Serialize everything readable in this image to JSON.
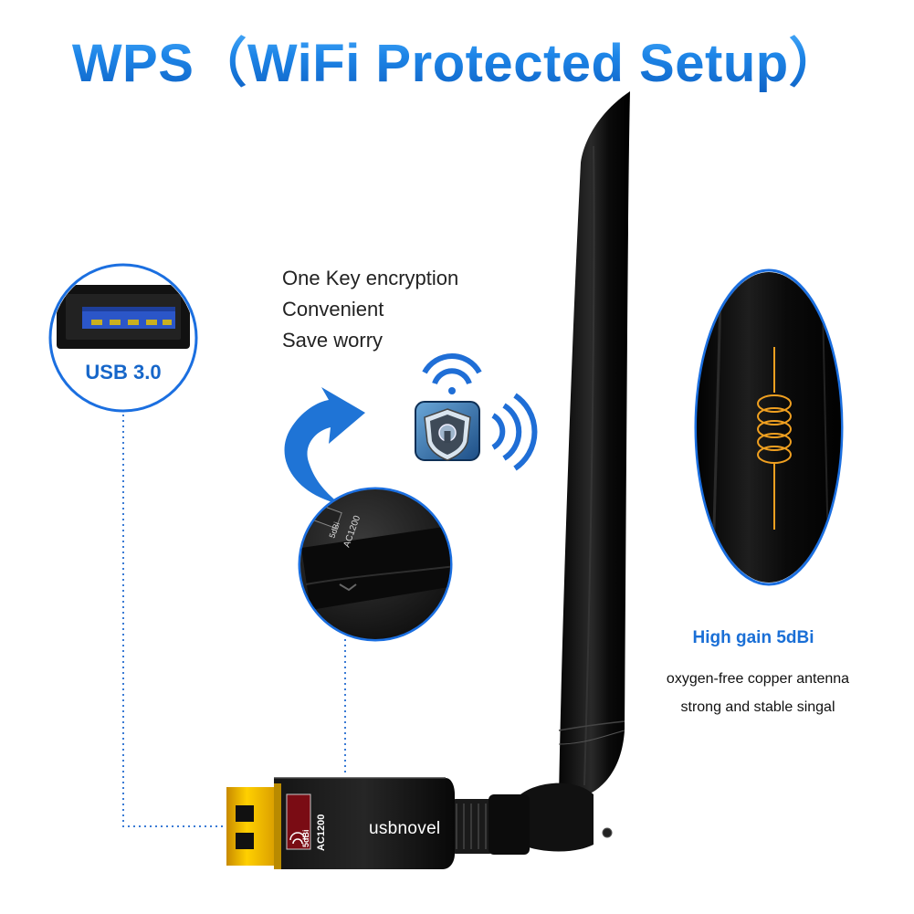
{
  "title": "WPS（WiFi Protected Setup）",
  "features": [
    "One Key encryption",
    "Convenient",
    "Save worry"
  ],
  "usb_callout": {
    "label": "USB 3.0"
  },
  "antenna_callout": {
    "title": "High gain 5dBi",
    "lines": [
      "oxygen-free copper antenna",
      "strong and stable singal"
    ]
  },
  "device": {
    "brand": "usbnovel",
    "model": "AC1200",
    "gain_badge": "5dBi"
  },
  "colors": {
    "accent_blue": "#1a7fe6",
    "text_blue": "#1666c9",
    "coil_orange": "#f0a020",
    "device_black": "#0c0c0c",
    "usb_gold": "#e6b000"
  },
  "icons": [
    "wps-shield-icon",
    "wifi-signal-icon",
    "curved-arrow-icon",
    "coil-icon"
  ]
}
